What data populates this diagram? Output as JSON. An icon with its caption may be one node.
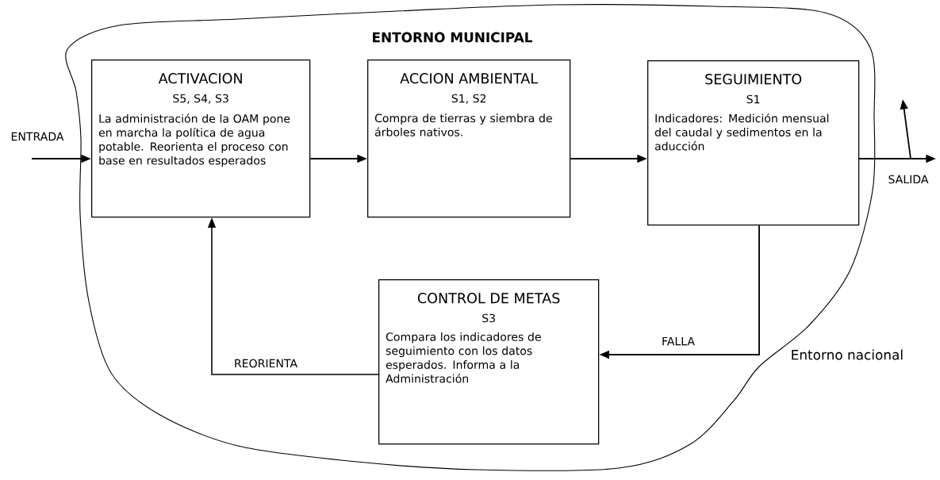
{
  "diagram": {
    "nodes": [
      {
        "text": [
          "ENTORNO MUNICIPAL"
        ]
      },
      {
        "text": [
          "ACTIVACION",
          "S5, S4, S3",
          "La administración de la OAM pone en marcha la política de agua potable. Reorienta el proceso con base en resultados esperados"
        ],
        "in": 0
      },
      {
        "text": [
          "ACCION  AMBIENTAL",
          "S1, S2",
          "Compra de tierras y siembra de árboles nativos."
        ],
        "in": 0
      },
      {
        "text": [
          "SEGUIMIENTO",
          "S1",
          "Indicadores: Medición mensual del caudal y sedimentos en la aducción"
        ],
        "in": 0
      },
      {
        "text": [
          "CONTROL  DE METAS",
          "S3",
          "Compara los indicadores de seguimiento con los datos esperados. Informa a la Administración"
        ],
        "in": 0
      }
    ],
    "edges": [
      {
        "from": null,
        "to": 1,
        "arrow": "to",
        "label": "ENTRADA"
      },
      {
        "from": 1,
        "to": 2,
        "arrow": "to"
      },
      {
        "from": 2,
        "to": 3,
        "arrow": "to"
      },
      {
        "from": 3,
        "to": null,
        "arrow": "to",
        "label": "SALIDA"
      },
      {
        "from": 3,
        "to": 4,
        "arrow": "to",
        "label": "FALLA"
      },
      {
        "from": 4,
        "to": 1,
        "arrow": "to",
        "label": "REORIENTA"
      },
      {
        "from": 3,
        "to": null,
        "arrow": "to"
      }
    ],
    "labels": [
      "Entorno nacional"
    ]
  }
}
